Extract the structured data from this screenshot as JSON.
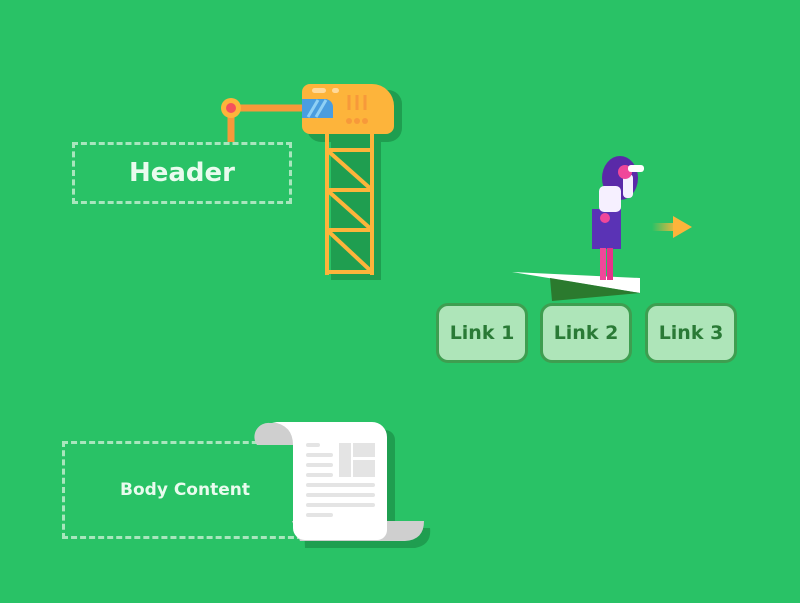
{
  "header": {
    "label": "Header"
  },
  "body": {
    "label": "Body Content"
  },
  "links": [
    {
      "label": "Link 1"
    },
    {
      "label": "Link 2"
    },
    {
      "label": "Link 3"
    }
  ],
  "colors": {
    "background": "#29c266",
    "crane": "#fdb43b",
    "link_fill": "#aee5b9",
    "link_text": "#2a7a36"
  }
}
